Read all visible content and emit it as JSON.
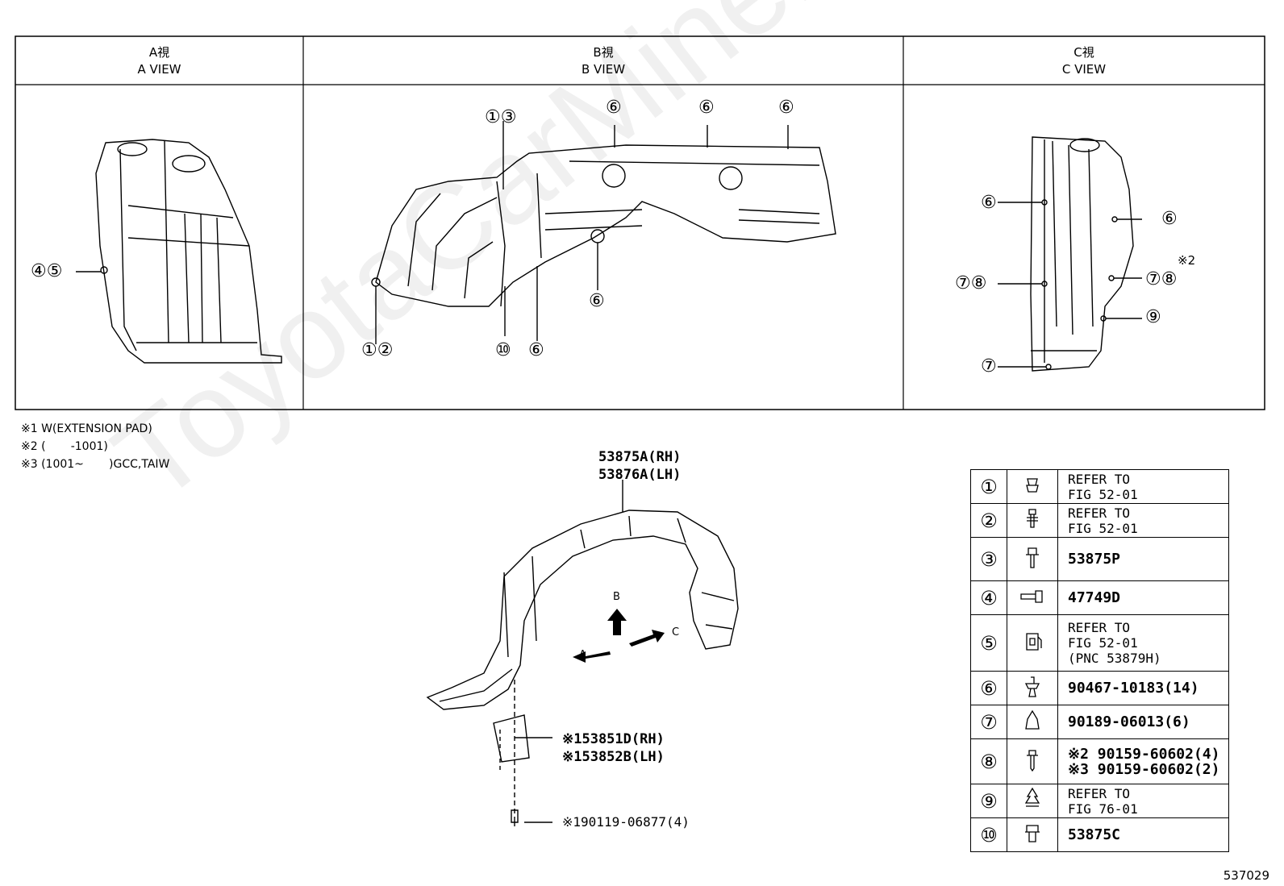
{
  "views": [
    {
      "jp": "A視",
      "en": "A VIEW"
    },
    {
      "jp": "B視",
      "en": "B VIEW"
    },
    {
      "jp": "C視",
      "en": "C VIEW"
    }
  ],
  "view_a_callouts": [
    "④⑤"
  ],
  "view_b_callouts": [
    "①③",
    "⑥",
    "⑥",
    "⑥",
    "⑥",
    "①②",
    "⑩",
    "⑥"
  ],
  "view_c_callouts": [
    "⑥",
    "⑥",
    "⑦⑧",
    "⑦⑧",
    "※2",
    "⑨",
    "⑦"
  ],
  "notes": [
    "※1 W(EXTENSION PAD)",
    "※2 (       -1001)",
    "※3 (1001~       )GCC,TAIW"
  ],
  "main_part": {
    "rh": "53875A(RH)",
    "lh": "53876A(LH)"
  },
  "pad_part": {
    "rh": "※153851D(RH)",
    "lh": "※153852B(LH)"
  },
  "screw_part": "※190119-06877(4)",
  "direction_labels": {
    "a": "A",
    "b": "B",
    "c": "C"
  },
  "legend": [
    {
      "num": "①",
      "icon": "clip-icon",
      "ref": "REFER TO\nFIG 52-01",
      "big": false
    },
    {
      "num": "②",
      "icon": "screw-grommet-icon",
      "ref": "REFER TO\nFIG 52-01",
      "big": false
    },
    {
      "num": "③",
      "icon": "bolt-icon",
      "ref": "53875P",
      "big": true
    },
    {
      "num": "④",
      "icon": "screw-horizontal-icon",
      "ref": "47749D",
      "big": true
    },
    {
      "num": "⑤",
      "icon": "nut-clip-icon",
      "ref": "REFER TO\nFIG 52-01\n(PNC 53879H)",
      "big": false
    },
    {
      "num": "⑥",
      "icon": "push-clip-icon",
      "ref": "90467-10183(14)",
      "big": true
    },
    {
      "num": "⑦",
      "icon": "cap-nut-icon",
      "ref": "90189-06013(6)",
      "big": true
    },
    {
      "num": "⑧",
      "icon": "tapping-screw-icon",
      "ref": "※2 90159-60602(4)\n※3 90159-60602(2)",
      "big": true
    },
    {
      "num": "⑨",
      "icon": "tree-clip-icon",
      "ref": "REFER TO\nFIG 76-01",
      "big": false
    },
    {
      "num": "⑩",
      "icon": "rivet-clip-icon",
      "ref": "53875C",
      "big": true
    }
  ],
  "watermark": "ToyotaCarMiner.ru",
  "figure_code": "537029"
}
